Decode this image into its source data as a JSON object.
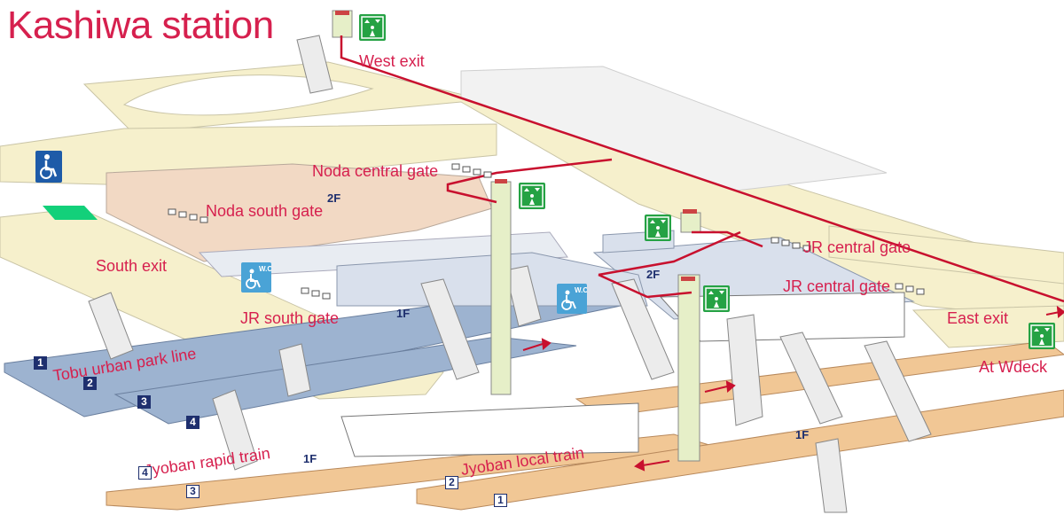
{
  "title": "Kashiwa station",
  "labels": {
    "west_exit": "West exit",
    "noda_central_gate": "Noda central gate",
    "noda_south_gate": "Noda south gate",
    "south_exit": "South exit",
    "jr_south_gate": "JR south gate",
    "jr_central_gate_upper": "JR central gate",
    "jr_central_gate_lower": "JR central gate",
    "east_exit": "East exit",
    "at_wdeck": "At Wdeck",
    "tobu_urban_park_line": "Tobu urban park line",
    "jyoban_rapid_train": "Jyoban rapid train",
    "jyoban_local_train": "Jyoban local train"
  },
  "floors": {
    "tobu_concourse": "2F",
    "jr_concourse": "2F",
    "tobu_platform": "1F",
    "jyoban_rapid_platform": "1F",
    "jyoban_local_platform": "1F"
  },
  "tracks": {
    "tobu": [
      "1",
      "2",
      "3",
      "4"
    ],
    "rapid": [
      "4",
      "3"
    ],
    "local": [
      "2",
      "1"
    ]
  },
  "icons": {
    "wc_text": "W.C",
    "elevator": "elevator-icon",
    "wheelchair": "wheelchair-icon"
  },
  "colors": {
    "title_red": "#d6204e",
    "route_red": "#c8102e",
    "concourse_cream": "#f6f0cc",
    "gate_pink": "#f2d9c4",
    "jr_platform_orange": "#f1c795",
    "tobu_platform_blue": "#9db3d0",
    "jr_concourse_blue": "#d9e0ec",
    "elevator_green": "#25a244",
    "track_navy": "#1e2f6e"
  }
}
